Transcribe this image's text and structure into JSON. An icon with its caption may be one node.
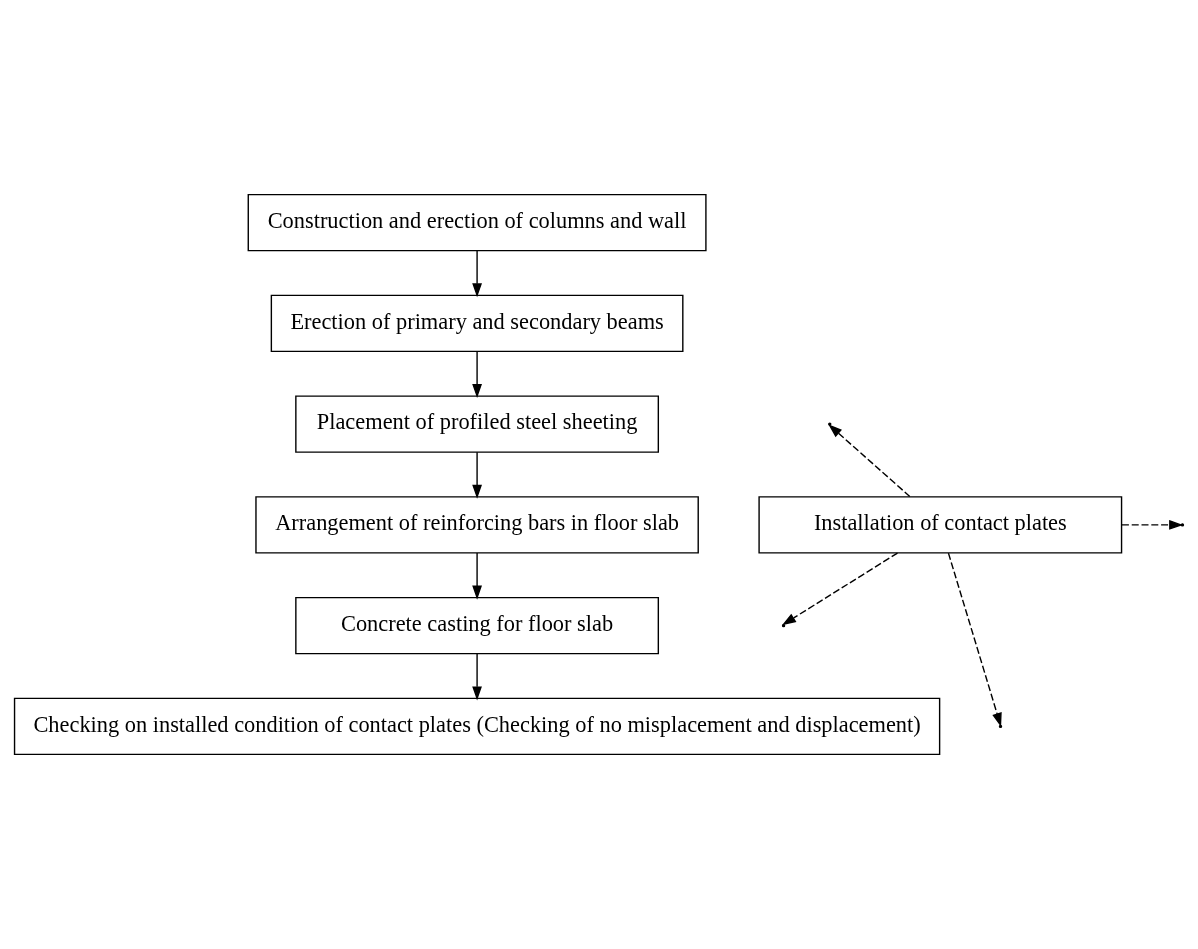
{
  "diagram": {
    "nodes": [
      {
        "text": [
          "Construction and erection of columns and wall"
        ]
      },
      {
        "text": [
          "Erection of primary and secondary beams"
        ]
      },
      {
        "text": [
          "Placement of profiled steel sheeting"
        ]
      },
      {
        "text": [
          "Arrangement of reinforcing bars in floor slab"
        ]
      },
      {
        "text": [
          "Installation of contact plates"
        ]
      },
      {
        "text": [
          "Concrete casting for floor slab"
        ]
      },
      {
        "text": [
          "Checking on installed condition of contact plates (Checking of no misplacement and displacement)"
        ]
      }
    ],
    "edges": [
      {
        "from": 0,
        "to": 1,
        "arrow": "to"
      },
      {
        "from": 1,
        "to": 2,
        "arrow": "to"
      },
      {
        "from": 2,
        "to": 3,
        "arrow": "to"
      },
      {
        "from": 3,
        "to": 5,
        "arrow": "to"
      },
      {
        "from": 5,
        "to": 6,
        "arrow": "to"
      },
      {
        "from": 4,
        "to": null,
        "arrow": "to",
        "style": "dashed"
      },
      {
        "from": 4,
        "to": null,
        "arrow": "to",
        "style": "dashed"
      },
      {
        "from": 4,
        "to": null,
        "arrow": "to",
        "style": "dashed"
      },
      {
        "from": 4,
        "to": null,
        "arrow": "to",
        "style": "dashed"
      }
    ]
  }
}
